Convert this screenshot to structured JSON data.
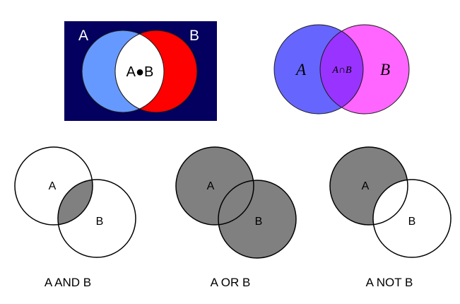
{
  "diagrams": {
    "top_left": {
      "label_a": "A",
      "label_b": "B",
      "intersection_label": "A●B",
      "colors": {
        "background": "#03005f",
        "set_a": "#6699ff",
        "set_b": "#ff0000",
        "intersection": "#ffffff"
      }
    },
    "top_right": {
      "label_a": "A",
      "label_b": "B",
      "intersection_label": "A∩B",
      "colors": {
        "set_a": "#6666ff",
        "set_b": "#ff66ff",
        "intersection": "#9933ff"
      }
    },
    "and": {
      "label_a": "A",
      "label_b": "B",
      "caption": "A AND B",
      "shaded_color": "#808080"
    },
    "or": {
      "label_a": "A",
      "label_b": "B",
      "caption": "A OR B",
      "shaded_color": "#808080"
    },
    "not": {
      "label_a": "A",
      "label_b": "B",
      "caption": "A NOT B",
      "shaded_color": "#808080"
    }
  }
}
